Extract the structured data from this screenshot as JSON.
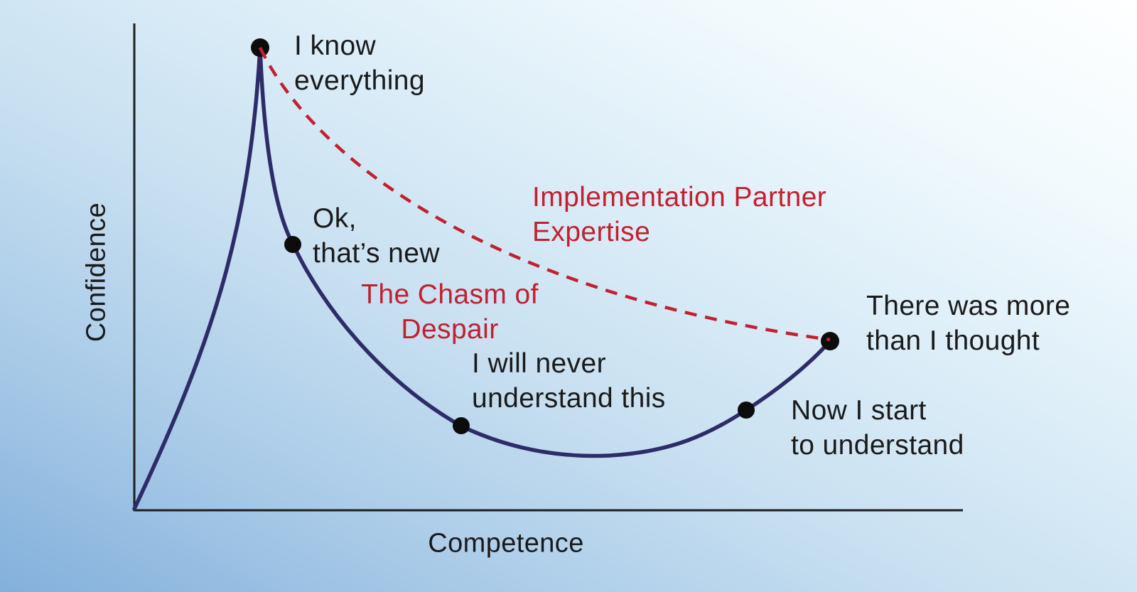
{
  "colors": {
    "background_deep": "#83b0db",
    "background_light": "#feffff",
    "curve_navy": "#2d2c68",
    "dashed_red": "#c3202f",
    "text_black": "#1a1a1a",
    "axis": "#1f1f1f",
    "dot": "#0c0c0c"
  },
  "labels": {
    "i_know": {
      "l1": "I know",
      "l2": "everything"
    },
    "ok_new": {
      "l1": "Ok,",
      "l2": "that’s new"
    },
    "chasm": {
      "l1": "The Chasm of",
      "l2": "Despair"
    },
    "partner": {
      "l1": "Implementation Partner",
      "l2": "Expertise"
    },
    "never": {
      "l1": "I will never",
      "l2": "understand this"
    },
    "start": {
      "l1": "Now I start",
      "l2": "to understand"
    },
    "more": {
      "l1": "There was more",
      "l2": "than I thought"
    }
  },
  "chart_data": {
    "type": "line",
    "xlabel": "Competence",
    "ylabel": "Confidence",
    "grid": false,
    "axis_ticks": "none",
    "axis_ranges_normalized": {
      "competence": [
        0,
        1
      ],
      "confidence": [
        0,
        1
      ]
    },
    "series": [
      {
        "name": "learner-confidence-curve",
        "style": "solid",
        "color": "#2d2c68",
        "points_competence_confidence": [
          [
            0.0,
            0.0
          ],
          [
            0.15,
            0.95
          ],
          [
            0.19,
            0.55
          ],
          [
            0.39,
            0.18
          ],
          [
            0.54,
            0.11
          ],
          [
            0.74,
            0.21
          ],
          [
            0.84,
            0.35
          ]
        ]
      },
      {
        "name": "Implementation Partner Expertise",
        "style": "dashed",
        "color": "#c3202f",
        "points_competence_confidence": [
          [
            0.15,
            0.95
          ],
          [
            0.45,
            0.57
          ],
          [
            0.66,
            0.42
          ],
          [
            0.84,
            0.35
          ]
        ]
      }
    ],
    "markers": [
      {
        "label": "I know everything",
        "competence": 0.15,
        "confidence": 0.95
      },
      {
        "label": "Ok, that’s new",
        "competence": 0.19,
        "confidence": 0.55
      },
      {
        "label": "I will never understand this",
        "competence": 0.39,
        "confidence": 0.18
      },
      {
        "label": "Now I start to understand",
        "competence": 0.74,
        "confidence": 0.21
      },
      {
        "label": "There was more than I thought",
        "competence": 0.84,
        "confidence": 0.35
      }
    ],
    "region_labels": [
      "The Chasm of Despair"
    ],
    "legend_position": "none"
  }
}
